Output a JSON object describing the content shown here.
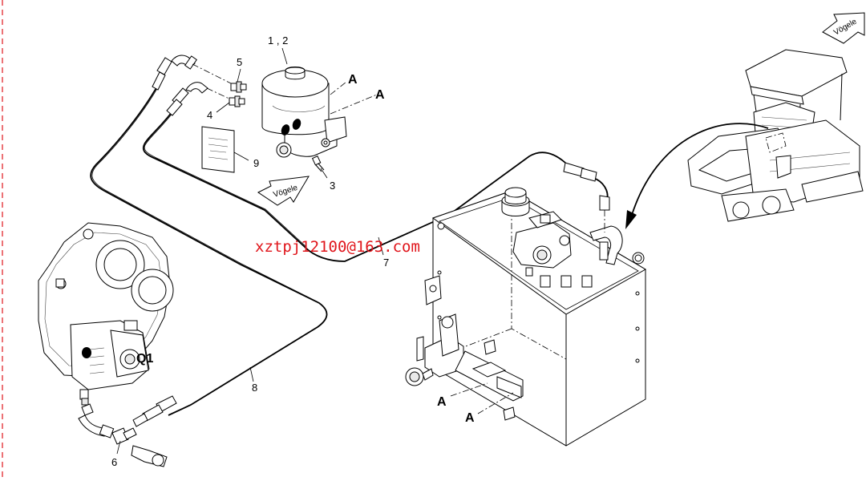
{
  "labels": {
    "part_1_2": "1 , 2",
    "part_3": "3",
    "part_4": "4",
    "part_5": "5",
    "part_6": "6",
    "part_7": "7",
    "part_8": "8",
    "part_9": "9",
    "q1": "Q1",
    "a_top_1": "A",
    "a_top_2": "A",
    "a_bottom_1": "A",
    "a_bottom_2": "A"
  },
  "brand_arrow_top": "Vögele",
  "brand_arrow_small": "Vögele",
  "watermark": "xztpj12100@163.com",
  "colors": {
    "watermark": "#e0151b",
    "border_dash": "#e0151b",
    "line": "#000000"
  },
  "icons": [
    "filter-canister-icon",
    "hydraulic-tank-icon",
    "pump-q1-icon",
    "paver-machine-icon",
    "vogele-arrow-icon"
  ]
}
